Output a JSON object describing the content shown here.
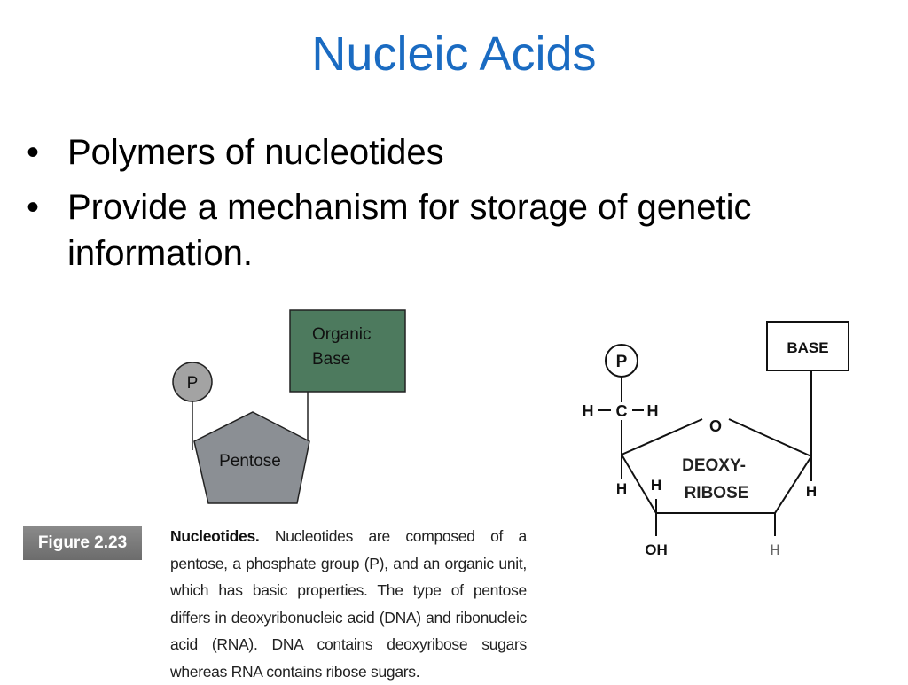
{
  "slide": {
    "title": "Nucleic Acids",
    "bullets": [
      "Polymers of nucleotides",
      "Provide a mechanism for storage of genetic information."
    ]
  },
  "diagram_left": {
    "phosphate_label": "P",
    "pentose_label": "Pentose",
    "base_label_line1": "Organic",
    "base_label_line2": "Base",
    "colors": {
      "base_fill": "#4d7a5e",
      "pentose_fill": "#8b8f94",
      "phosphate_fill": "#a3a3a3"
    }
  },
  "figure": {
    "badge": "Figure 2.23",
    "caption_title": "Nucleotides.",
    "caption_body": "Nucleotides are composed of a pentose, a phosphate group (P), and an organic unit, which has basic properties. The type of pentose differs in deoxyribonucleic acid (DNA) and ribonucleic acid (RNA). DNA contains deoxyribose sugars whereas RNA contains ribose sugars."
  },
  "diagram_right": {
    "phosphate_label": "P",
    "base_label": "BASE",
    "ring_oxygen": "O",
    "sugar_line1": "DEOXY-",
    "sugar_line2": "RIBOSE",
    "ch2_left_h": "H",
    "ch2_c": "C",
    "ch2_right_h": "H",
    "c4_h": "H",
    "c3_h": "H",
    "c1_h": "H",
    "c3_oh": "OH",
    "c2_h": "H"
  }
}
